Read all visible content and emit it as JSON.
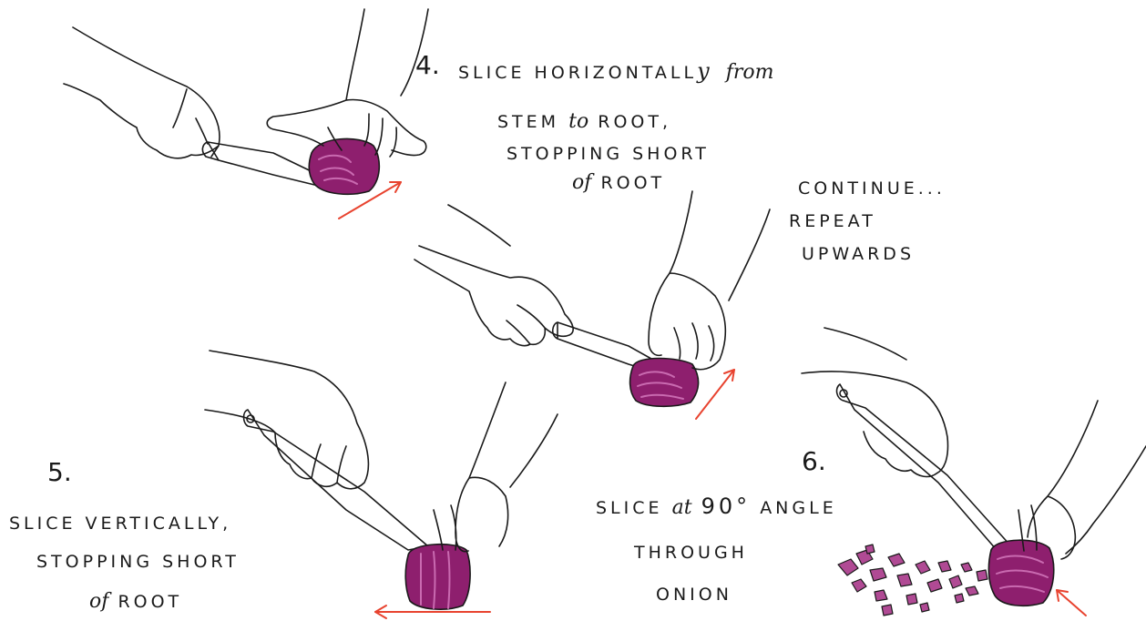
{
  "step4": {
    "number": "4.",
    "line1_caps": "SLICE HORIZONTALL",
    "line1_y": "y",
    "line1_from": "from",
    "line2_stem": "STEM",
    "line2_to": "to",
    "line2_root": "ROOT,",
    "line3": "STOPPING SHORT",
    "line4_of": "of",
    "line4_root": "ROOT"
  },
  "continue_note": {
    "line1": "CONTINUE...",
    "line2": "REPEAT",
    "line3": "UPWARDS"
  },
  "step5": {
    "number": "5.",
    "line1": "SLICE VERTICALLY,",
    "line2": "STOPPING SHORT",
    "line3_of": "of",
    "line3_root": "ROOT"
  },
  "step6": {
    "number": "6.",
    "line1_slice": "SLICE",
    "line1_at": "at",
    "line1_90": "90°",
    "line1_angle": "ANGLE",
    "line2": "THROUGH",
    "line3": "ONION"
  },
  "colors": {
    "ink": "#1a1a1a",
    "onion": "#8e1f6e",
    "onion_light": "#c96ab0",
    "arrow": "#e8432f"
  },
  "icons": [
    "hand-illustration",
    "knife-illustration",
    "red-onion-illustration",
    "direction-arrow-icon"
  ]
}
